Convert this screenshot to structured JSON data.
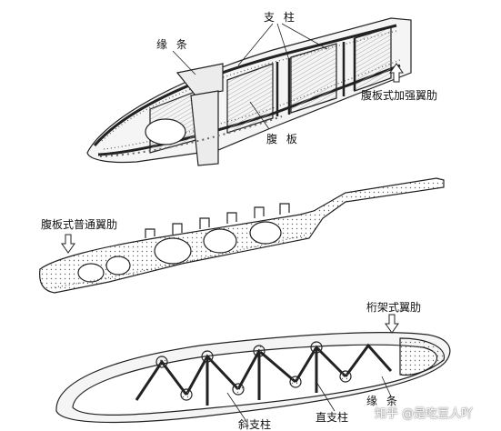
{
  "labels": {
    "zhizhu": "支 柱",
    "yuantiao_top": "缘 条",
    "fuban": "腹 板",
    "fubanshi_jiaqiang": "腹板式加强翼肋",
    "fubanshi_putong": "腹板式普通翼肋",
    "hengjiashi": "桁架式翼肋",
    "yuantiao_bottom": "缘 条",
    "xiezhizhu": "斜支柱",
    "zhizhizhu": "直支柱"
  },
  "watermark": "知乎 @是吃豆人吖",
  "colors": {
    "line": "#222222",
    "fill": "#f4f4f4",
    "hatch": "#bdbdbd",
    "accent": "#3a8f3a"
  }
}
